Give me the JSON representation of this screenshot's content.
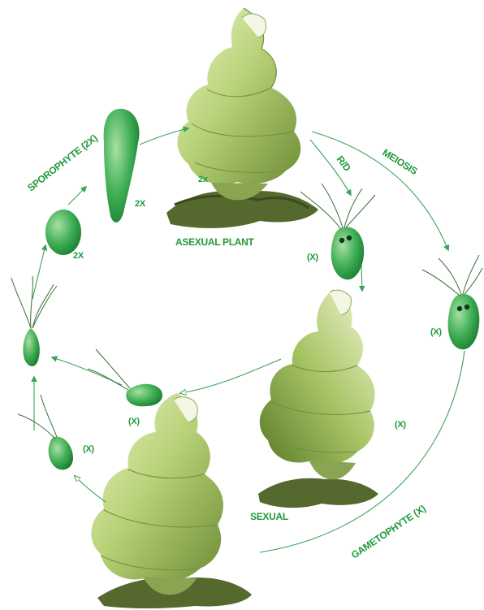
{
  "labels": {
    "sporophyte": "SPOROPHYTE (2X)",
    "sporophyte_ploidy_a": "2X",
    "sporophyte_ploidy_b": "2X",
    "asexual_ploidy": "2x",
    "asexual_plant": "ASEXUAL PLANT",
    "rd": "R/D",
    "meiosis": "MEIOSIS",
    "zoospore_a": "(X)",
    "zoospore_b": "(X)",
    "sexual_plant_ploidy": "(X)",
    "gamete_a": "(X)",
    "gamete_b": "(X)",
    "sexual": "SEXUAL",
    "gametophyte": "GAMETOPHYTE (X)"
  },
  "colors": {
    "label": "#1f9a3a",
    "cell_dark": "#1c8a34",
    "cell_light": "#8fd38f",
    "arrow": "#3aa35a",
    "leaf_light": "#dfe9b4",
    "leaf_mid": "#a9c46a",
    "leaf_dark": "#5d7a2e",
    "holdfast": "#4b5a2a"
  }
}
